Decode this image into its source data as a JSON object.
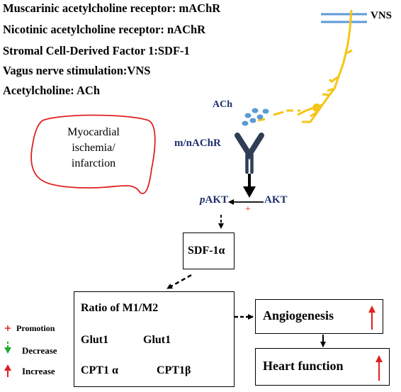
{
  "abbreviations": [
    "Muscarinic acetylcholine receptor: mAChR",
    "Nicotinic acetylcholine receptor: nAChR",
    "Stromal Cell-Derived Factor 1:SDF-1",
    "Vagus nerve stimulation:VNS",
    "Acetylcholine: ACh"
  ],
  "vns_label": "VNS",
  "ach_label": "ACh",
  "receptor_label": "m/nAChR",
  "ischemia_label": [
    "Myocardial",
    "ischemia/",
    "infarction"
  ],
  "pakt_prefix": "p",
  "pakt_label": "AKT",
  "akt_label": "AKT",
  "plus_sign": "+",
  "sdf_label": "SDF-1α",
  "ratio_label": "Ratio of M1/M2",
  "glut1_label": "Glut1",
  "cpt1a_label": "CPT1 α",
  "cpt1b_label": "CPT1β",
  "angiogenesis_label": "Angiogenesis",
  "heart_function_label": "Heart function",
  "legend": {
    "promotion": "Promotion",
    "decrease": "Decrease",
    "increase": "Increase"
  },
  "colors": {
    "nerve": "#f5c518",
    "vns_bars": "#5b9bd5",
    "ach_dots": "#5b9bd5",
    "receptor": "#2f3e55",
    "label_blue": "#1f2f6e",
    "ischemia_outline": "#e02020",
    "increase": "#e02020",
    "decrease": "#22aa33"
  }
}
